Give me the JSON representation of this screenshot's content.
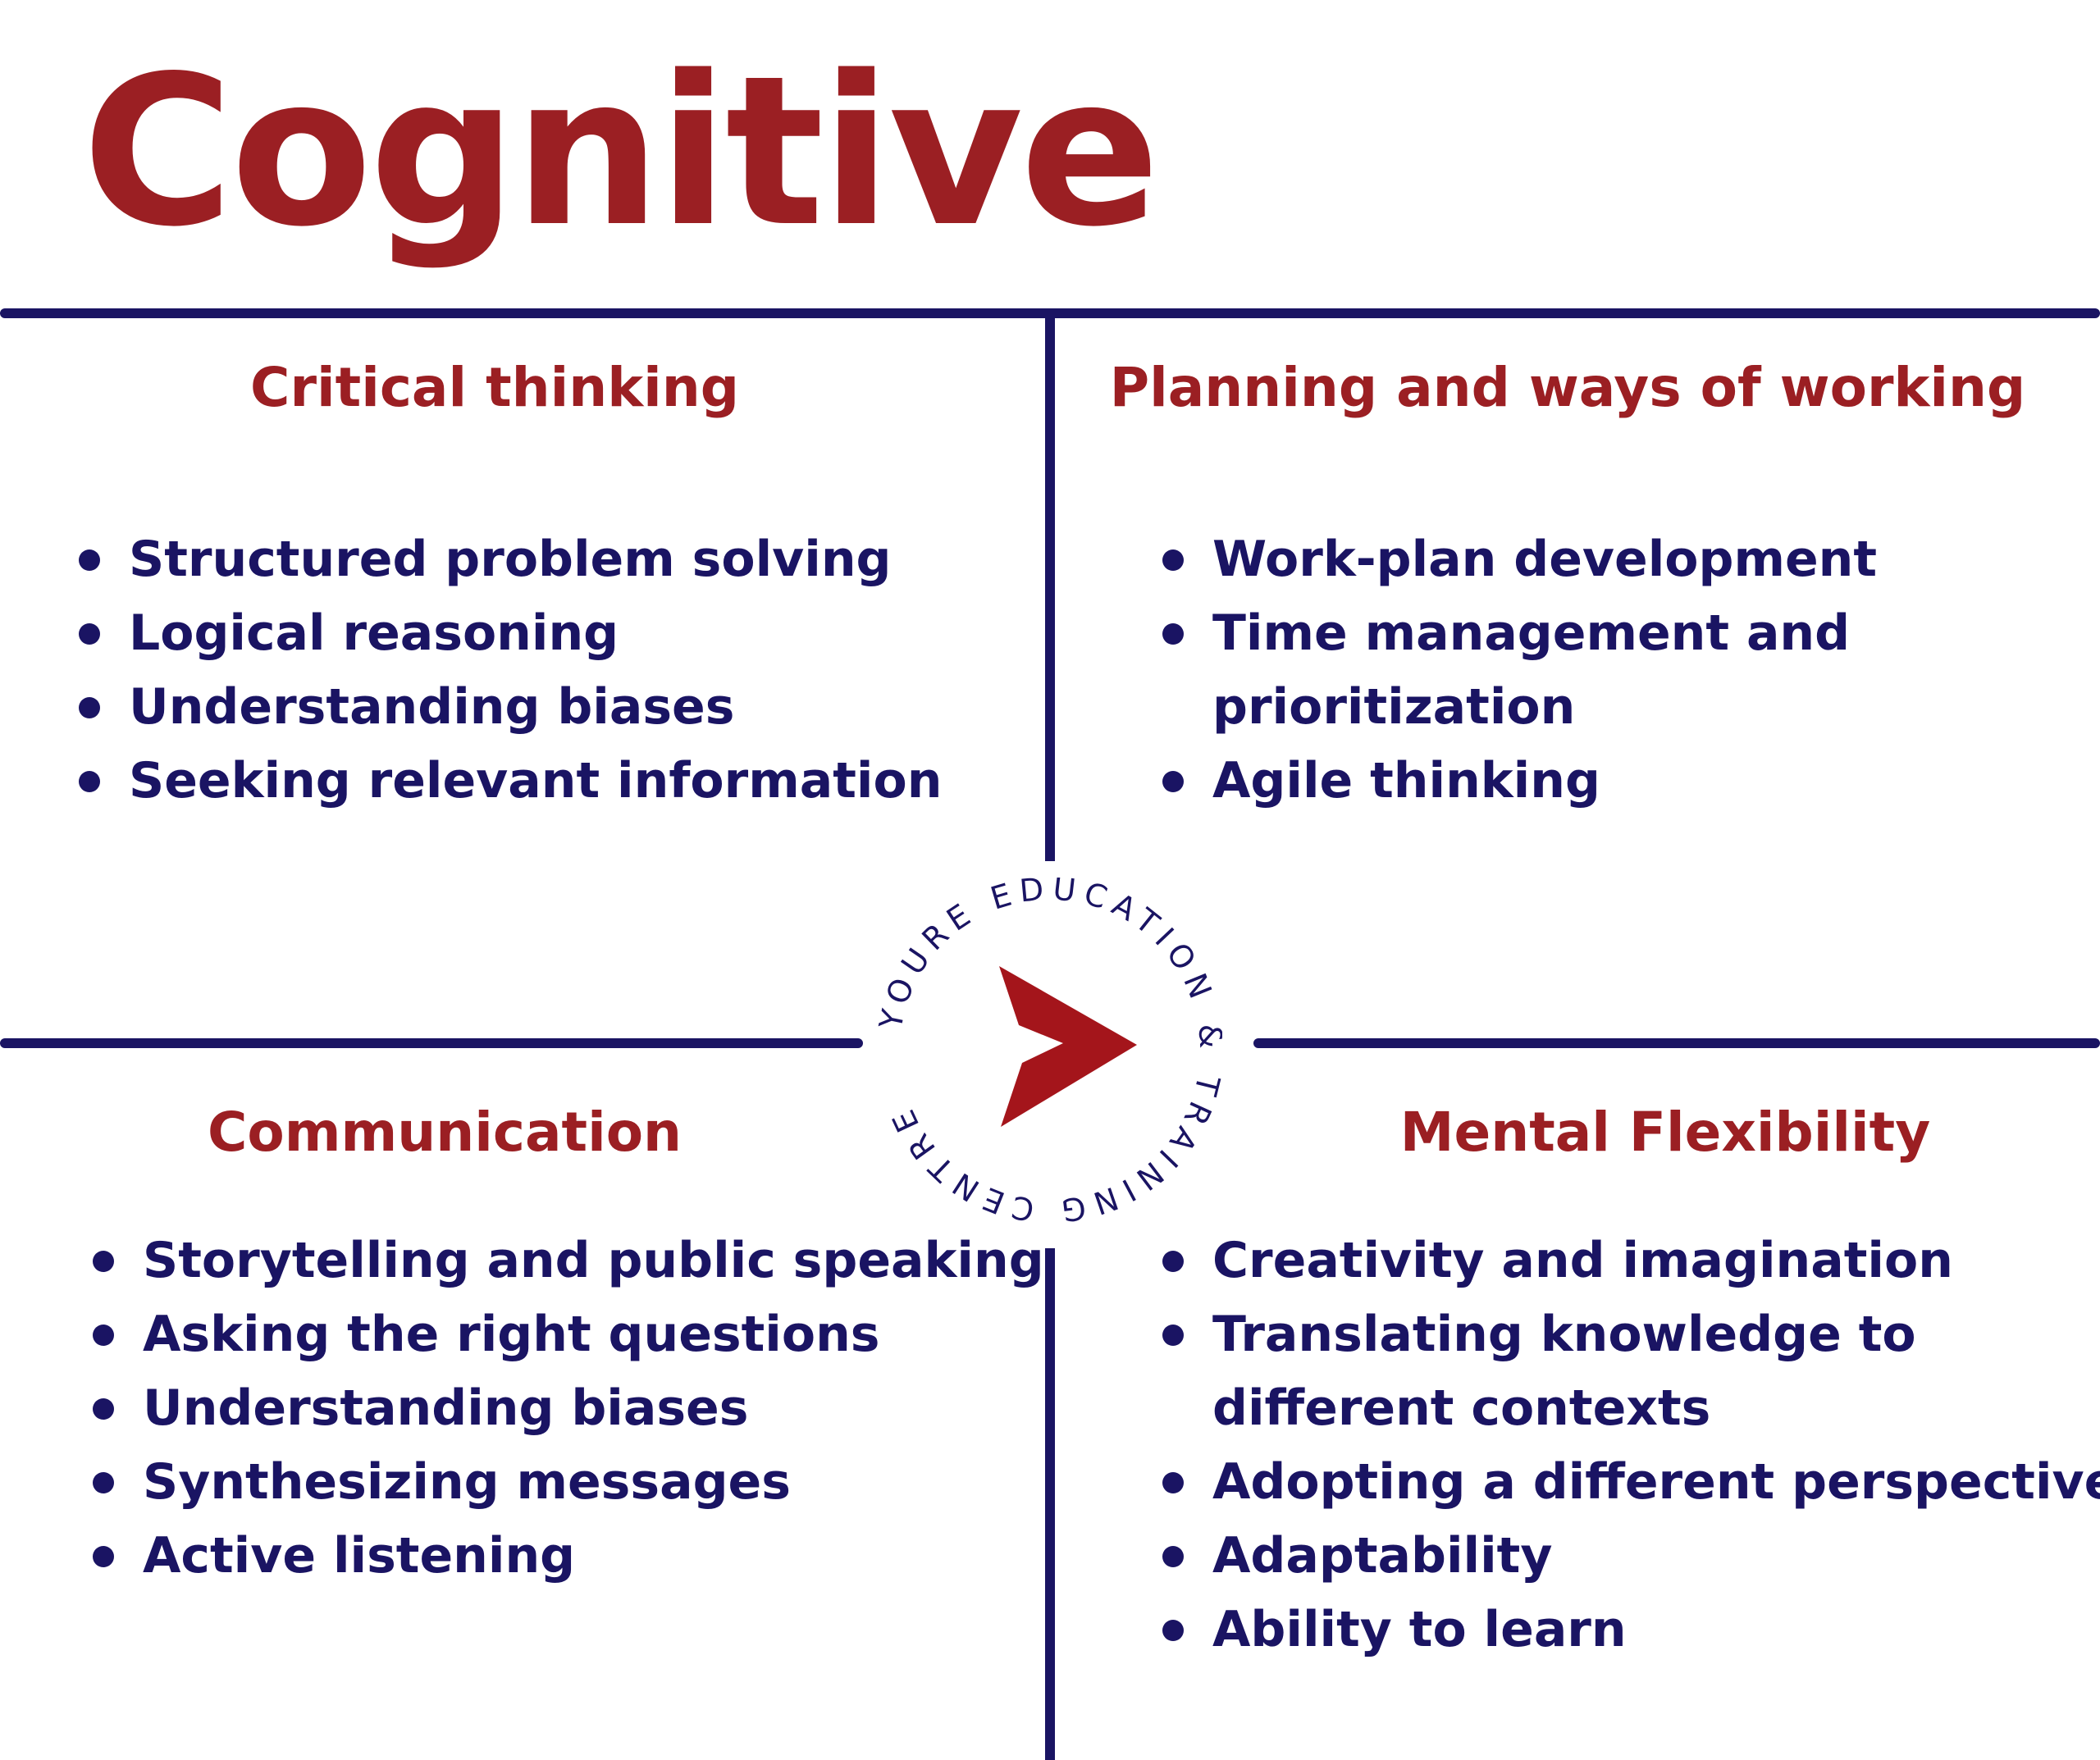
{
  "title": "Cognitive",
  "quadrants": {
    "top_left": {
      "heading": "Critical thinking",
      "items": [
        "Structured problem solving",
        "Logical reasoning",
        "Understanding biases",
        "Seeking relevant information"
      ]
    },
    "top_right": {
      "heading": "Planning and ways of working",
      "items": [
        "Work-plan development",
        "Time management and",
        "prioritization",
        "Agile thinking"
      ]
    },
    "bottom_left": {
      "heading": "Communication",
      "items": [
        "Storytelling and public speaking",
        "Asking the right questions",
        "Understanding biases",
        "Synthesizing messages",
        "Active listening"
      ]
    },
    "bottom_right": {
      "heading": "Mental Flexibility",
      "items": [
        "Creativity and imagination",
        "Translating knowledge to",
        "different contexts",
        "Adopting a different perspective",
        "Adaptability",
        "Ability to learn"
      ]
    }
  },
  "logo": {
    "text": "YOURE EDUCATION & TRAINING CENTRE",
    "icon": "arrow-cursor-icon"
  },
  "colors": {
    "title_red": "#9b1f23",
    "heading_red": "#9b1f23",
    "navy": "#1a1463",
    "logo_red": "#a4151b"
  }
}
